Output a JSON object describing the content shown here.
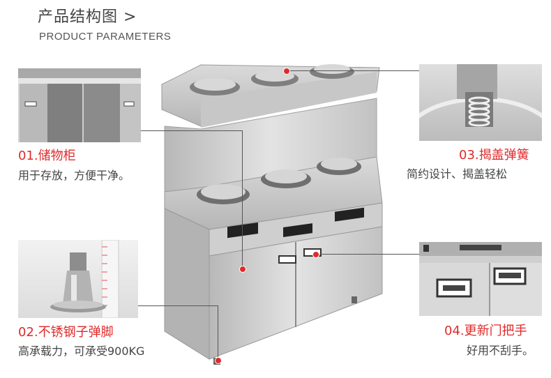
{
  "header": {
    "title": "产品结构图 >",
    "subtitle": "PRODUCT PARAMETERS"
  },
  "callouts": [
    {
      "label": "01.储物柜",
      "desc": "用于存放，方便干净。"
    },
    {
      "label": "02.不锈钢子弹脚",
      "desc": "高承载力，可承受900KG"
    },
    {
      "label": "03.揭盖弹簧",
      "desc": "简约设计、揭盖轻松"
    },
    {
      "label": "04.更新门把手",
      "desc": "好用不刮手。"
    }
  ],
  "colors": {
    "accent": "#e02a2a",
    "steel": "#c8c8c8"
  }
}
